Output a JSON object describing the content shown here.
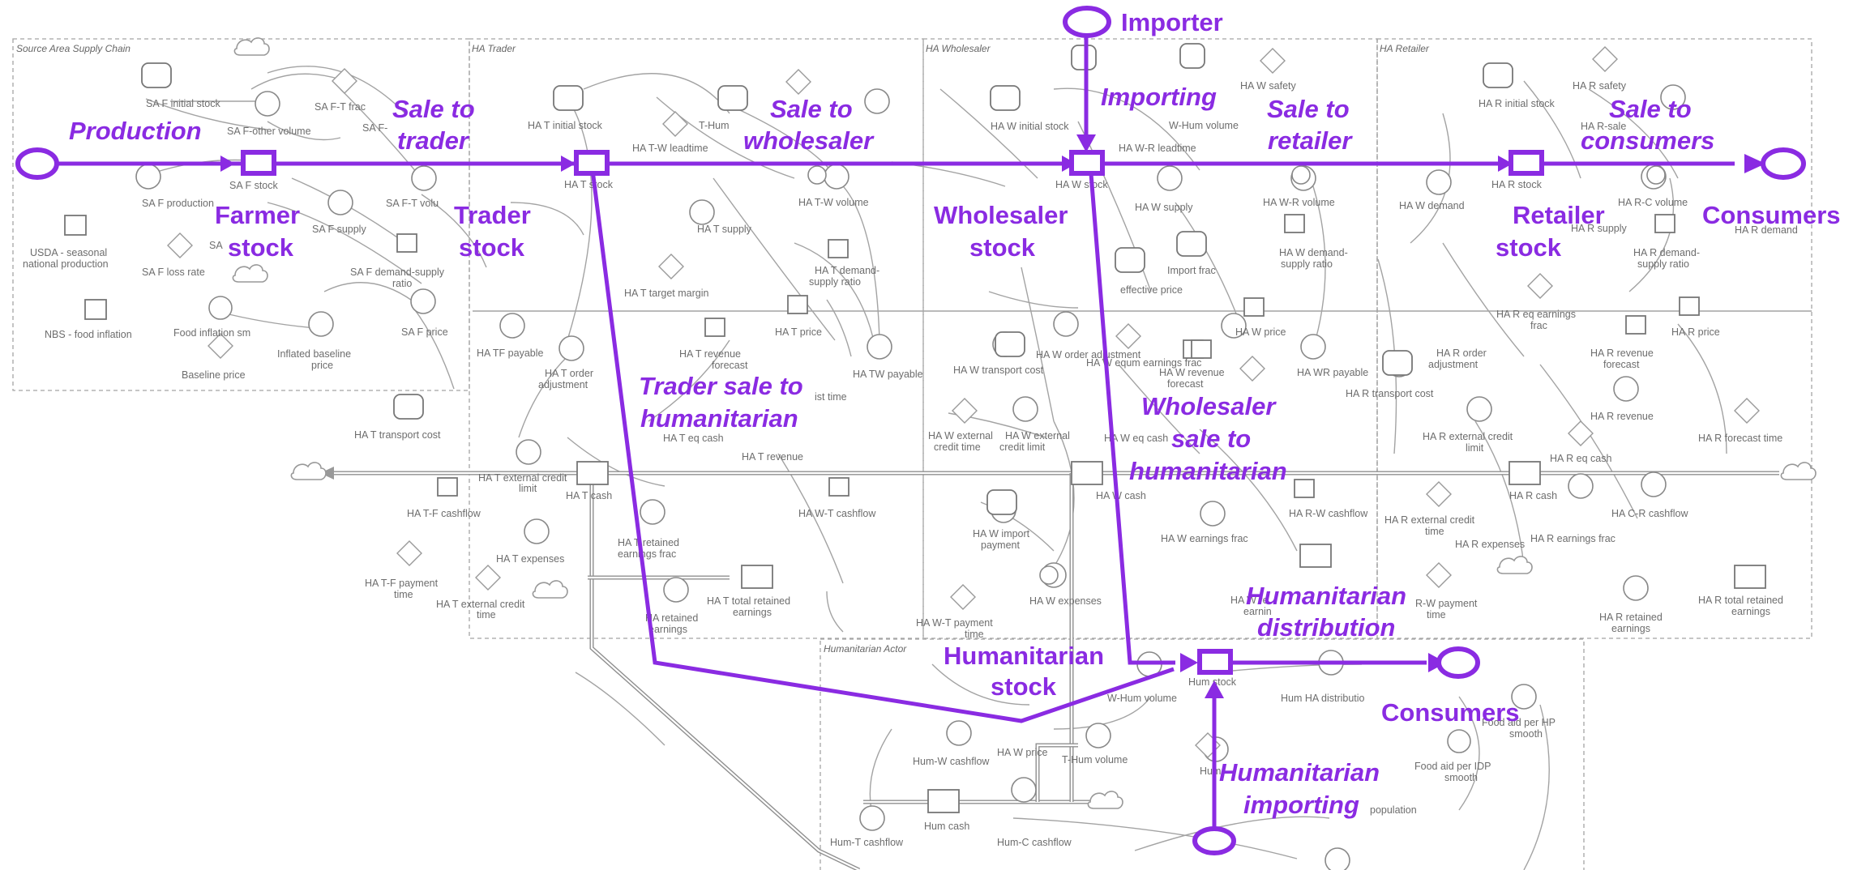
{
  "sectors": [
    {
      "id": "source",
      "title": "Source Area Supply Chain"
    },
    {
      "id": "trader",
      "title": "HA Trader"
    },
    {
      "id": "wholesaler",
      "title": "HA Wholesaler"
    },
    {
      "id": "retailer",
      "title": "HA Retailer"
    },
    {
      "id": "humanitarian",
      "title": "Humanitarian Actor"
    }
  ],
  "flow_labels": {
    "importer": "Importer",
    "importing": "Importing",
    "production": "Production",
    "sale_to_trader_1": "Sale to",
    "sale_to_trader_2": "trader",
    "sale_to_wholesaler_1": "Sale to",
    "sale_to_wholesaler_2": "wholesaler",
    "sale_to_retailer_1": "Sale to",
    "sale_to_retailer_2": "retailer",
    "sale_to_consumers_1": "Sale to",
    "sale_to_consumers_2": "consumers",
    "farmer_stock_1": "Farmer",
    "farmer_stock_2": "stock",
    "trader_stock_1": "Trader",
    "trader_stock_2": "stock",
    "wholesaler_stock_1": "Wholesaler",
    "wholesaler_stock_2": "stock",
    "retailer_stock_1": "Retailer",
    "retailer_stock_2": "stock",
    "consumers_top": "Consumers",
    "trader_sale_hum_1": "Trader sale to",
    "trader_sale_hum_2": "humanitarian",
    "wholesaler_sale_hum_1": "Wholesaler",
    "wholesaler_sale_hum_2": "sale to",
    "wholesaler_sale_hum_3": "humanitarian",
    "hum_distribution_1": "Humanitarian",
    "hum_distribution_2": "distribution",
    "hum_stock_1": "Humanitarian",
    "hum_stock_2": "stock",
    "consumers_bottom": "Consumers",
    "hum_importing_1": "Humanitarian",
    "hum_importing_2": "importing"
  },
  "variables": {
    "sa_f_initial_stock": "SA F initial stock",
    "sa_f_other_volume": "SA F-other volume",
    "sa_f_t_frac": "SA F-T frac",
    "sa_f_stock": "SA F stock",
    "sa_f_production": "SA F production",
    "sa_f_t_volume": "SA F-T volu",
    "sa_f_supply": "SA F supply",
    "sa_f_demand_supply_ratio_1": "SA F demand-supply",
    "sa_f_demand_supply_ratio_2": "ratio",
    "sa_f_loss_rate": "SA F loss rate",
    "usda_1": "USDA - seasonal",
    "usda_2": "national production",
    "nbs_food_inflation": "NBS - food inflation",
    "food_inflation_sm": "Food inflation sm",
    "inflated_baseline_price_1": "Inflated baseline",
    "inflated_baseline_price_2": "price",
    "sa_f_price": "SA F price",
    "baseline_price": "Baseline price",
    "ha_t_initial_stock": "HA T initial stock",
    "t_hum": "T-Hum",
    "ha_t_w_leadtime": "HA T-W leadtime",
    "ha_t_stock": "HA T stock",
    "ha_t_supply": "HA T supply",
    "ha_t_w_volume": "HA T-W volume",
    "ha_t_demand_supply_ratio_1": "HA T demand-",
    "ha_t_demand_supply_ratio_2": "supply ratio",
    "ha_t_target_margin": "HA T target margin",
    "ha_t_price": "HA T price",
    "ha_t_revenue_forecast_1": "HA T revenue",
    "ha_t_revenue_forecast_2": "forecast",
    "ha_tw_payable": "HA TW payable",
    "ha_tf_payable": "HA TF payable",
    "ha_t_order_adjustment_1": "HA T order",
    "ha_t_order_adjustment_2": "adjustment",
    "ha_t_transport_cost": "HA T transport cost",
    "ha_t_eq_cash": "HA T eq cash",
    "ha_t_revenue": "HA T revenue",
    "ha_t_external_credit_limit_1": "HA T external credit",
    "ha_t_external_credit_limit_2": "limit",
    "ha_t_cash": "HA T cash",
    "ha_t_f_cashflow": "HA T-F cashflow",
    "ha_w_t_cashflow": "HA W-T cashflow",
    "ha_t_expenses": "HA T expenses",
    "ha_t_retained_earnings_frac_1": "HA T retained",
    "ha_t_retained_earnings_frac_2": "earnings frac",
    "ha_t_f_payment_time_1": "HA T-F payment",
    "ha_t_f_payment_time_2": "time",
    "ha_t_external_credit_time_1": "HA T external credit",
    "ha_t_external_credit_time_2": "time",
    "ha_retained_earnings_1": "HA retained",
    "ha_retained_earnings_2": "earnings",
    "ha_t_total_retained_earnings_1": "HA T total retained",
    "ha_t_total_retained_earnings_2": "earnings",
    "ha_w_safety": "HA W safety",
    "ha_w_initial_stock": "HA W initial stock",
    "w_hum_volume": "W-Hum volume",
    "ha_w_r_leadtime": "HA W-R leadtime",
    "ha_w_stock": "HA W stock",
    "ha_w_supply": "HA W supply",
    "ha_w_r_volume": "HA W-R volume",
    "import_frac": "Import frac",
    "ha_w_demand_supply_ratio_1": "HA W demand-",
    "ha_w_demand_supply_ratio_2": "supply ratio",
    "effective_price": "effective price",
    "ha_w_price": "HA W price",
    "ha_w_transport_cost": "HA W transport cost",
    "ha_w_order_adjustment": "HA W order adjustment",
    "ha_w_equm_earnings_frac": "HA W equm earnings frac",
    "ha_w_revenue_forecast_1": "HA W revenue",
    "ha_w_revenue_forecast_2": "forecast",
    "ha_wr_payable": "HA WR payable",
    "ha_w_external_credit_time_1": "HA W external",
    "ha_w_external_credit_time_2": "credit time",
    "ha_w_external_credit_limit_1": "HA W external",
    "ha_w_external_credit_limit_2": "credit limit",
    "ha_w_eq_cash": "HA W eq cash",
    "ha_w_cash": "HA W cash",
    "ha_w_import_payment_1": "HA W import",
    "ha_w_import_payment_2": "payment",
    "ha_w_expenses": "HA W expenses",
    "ha_w_earnings_frac": "HA W earnings frac",
    "ha_r_w_cashflow": "HA R-W cashflow",
    "ha_w_t_payment_time_1": "HA W-T payment",
    "ha_w_t_payment_time_2": "time",
    "ha_r_initial_stock": "HA R initial stock",
    "ha_r_safety": "HA R safety",
    "ha_r_stock": "HA R stock",
    "ha_r_c_volume": "HA R-C volume",
    "ha_r_supply": "HA R supply",
    "ha_r_demand_supply_ratio_1": "HA R demand-",
    "ha_r_demand_supply_ratio_2": "supply ratio",
    "ha_r_eq_earnings_frac_1": "HA R eq earnings",
    "ha_r_eq_earnings_frac_2": "frac",
    "ha_r_price": "HA R price",
    "ha_r_order_adjustment_1": "HA R order",
    "ha_r_order_adjustment_2": "adjustment",
    "ha_r_revenue_forecast_1": "HA R revenue",
    "ha_r_revenue_forecast_2": "forecast",
    "ha_r_transport_cost": "HA R transport cost",
    "ha_r_external_credit_limit_1": "HA R external credit",
    "ha_r_external_credit_limit_2": "limit",
    "ha_r_revenue": "HA R revenue",
    "ha_r_forecast_time": "HA R forecast time",
    "ha_r_eq_cash": "HA R eq cash",
    "ha_r_cash": "HA R cash",
    "ha_c_r_cashflow": "HA C-R cashflow",
    "ha_r_external_credit_time_1": "HA R external credit",
    "ha_r_external_credit_time_2": "time",
    "ha_r_expenses": "HA R expenses",
    "ha_r_earnings_frac": "HA R earnings frac",
    "r_w_payment_time_1": "R-W payment",
    "r_w_payment_time_2": "time",
    "ha_r_retained_earnings_1": "HA R retained",
    "ha_r_retained_earnings_2": "earnings",
    "ha_r_total_retained_earnings_1": "HA R total retained",
    "ha_r_total_retained_earnings_2": "earnings",
    "hum_stock": "Hum stock",
    "w_hum_volume_b": "W-Hum volume",
    "hum_ha_distribution": "Hum HA distributio",
    "food_aid_per_hp_smooth_1": "Food aid per HP",
    "food_aid_per_hp_smooth_2": "smooth",
    "food_aid_per_idp_smooth_1": "Food aid per IDP",
    "food_aid_per_idp_smooth_2": "smooth",
    "hum_w_cashflow": "Hum-W cashflow",
    "t_hum_volume": "T-Hum volume",
    "ha_w_price_b": "HA W price",
    "hum_t_cashflow": "Hum-T cashflow",
    "hum_cash": "Hum cash",
    "hum_c_cashflow": "Hum-C cashflow",
    "population": "population",
    "hum": "Hum"
  }
}
